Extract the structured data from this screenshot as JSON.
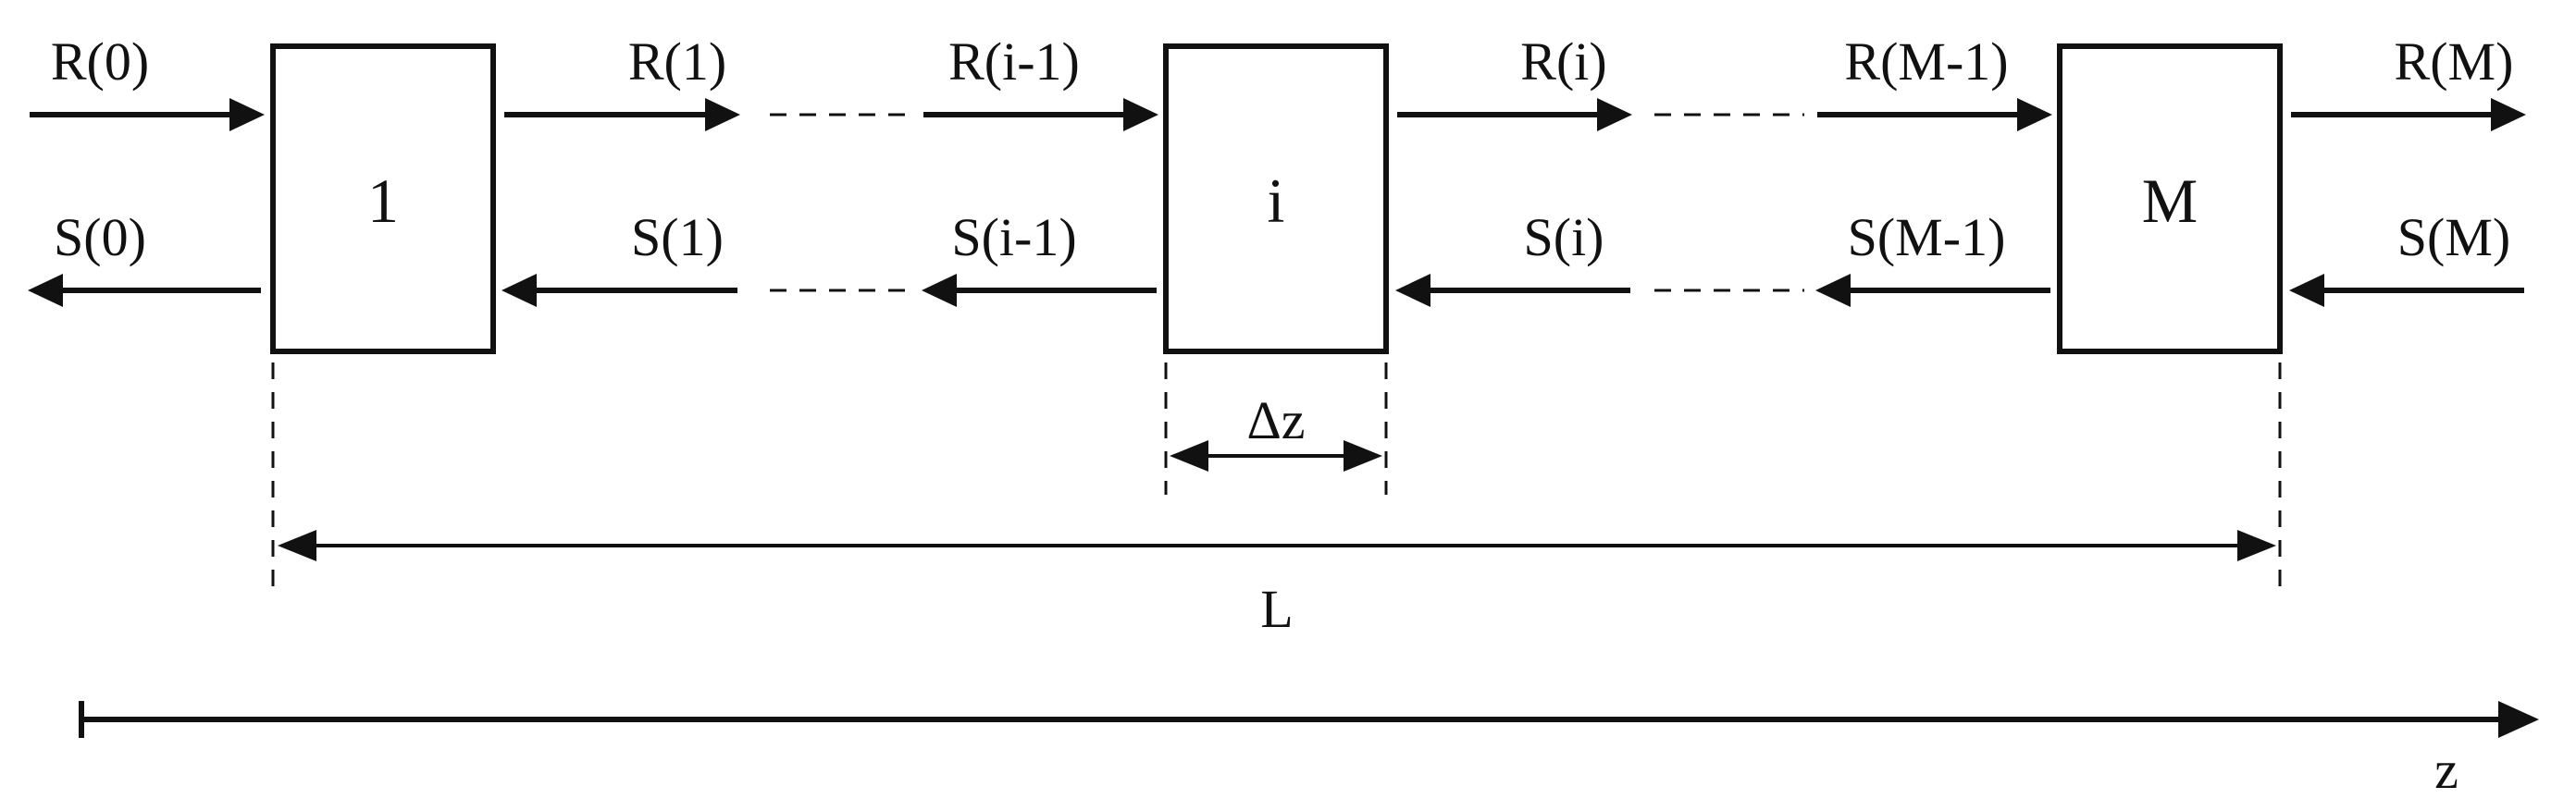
{
  "blocks": [
    {
      "id": "block-1",
      "label": "1"
    },
    {
      "id": "block-i",
      "label": "i"
    },
    {
      "id": "block-M",
      "label": "M"
    }
  ],
  "forward_signals": [
    "R(0)",
    "R(1)",
    "R(i-1)",
    "R(i)",
    "R(M-1)",
    "R(M)"
  ],
  "backward_signals": [
    "S(0)",
    "S(1)",
    "S(i-1)",
    "S(i)",
    "S(M-1)",
    "S(M)"
  ],
  "segment_length_label": "Δz",
  "total_length_label": "L",
  "axis_label": "z"
}
